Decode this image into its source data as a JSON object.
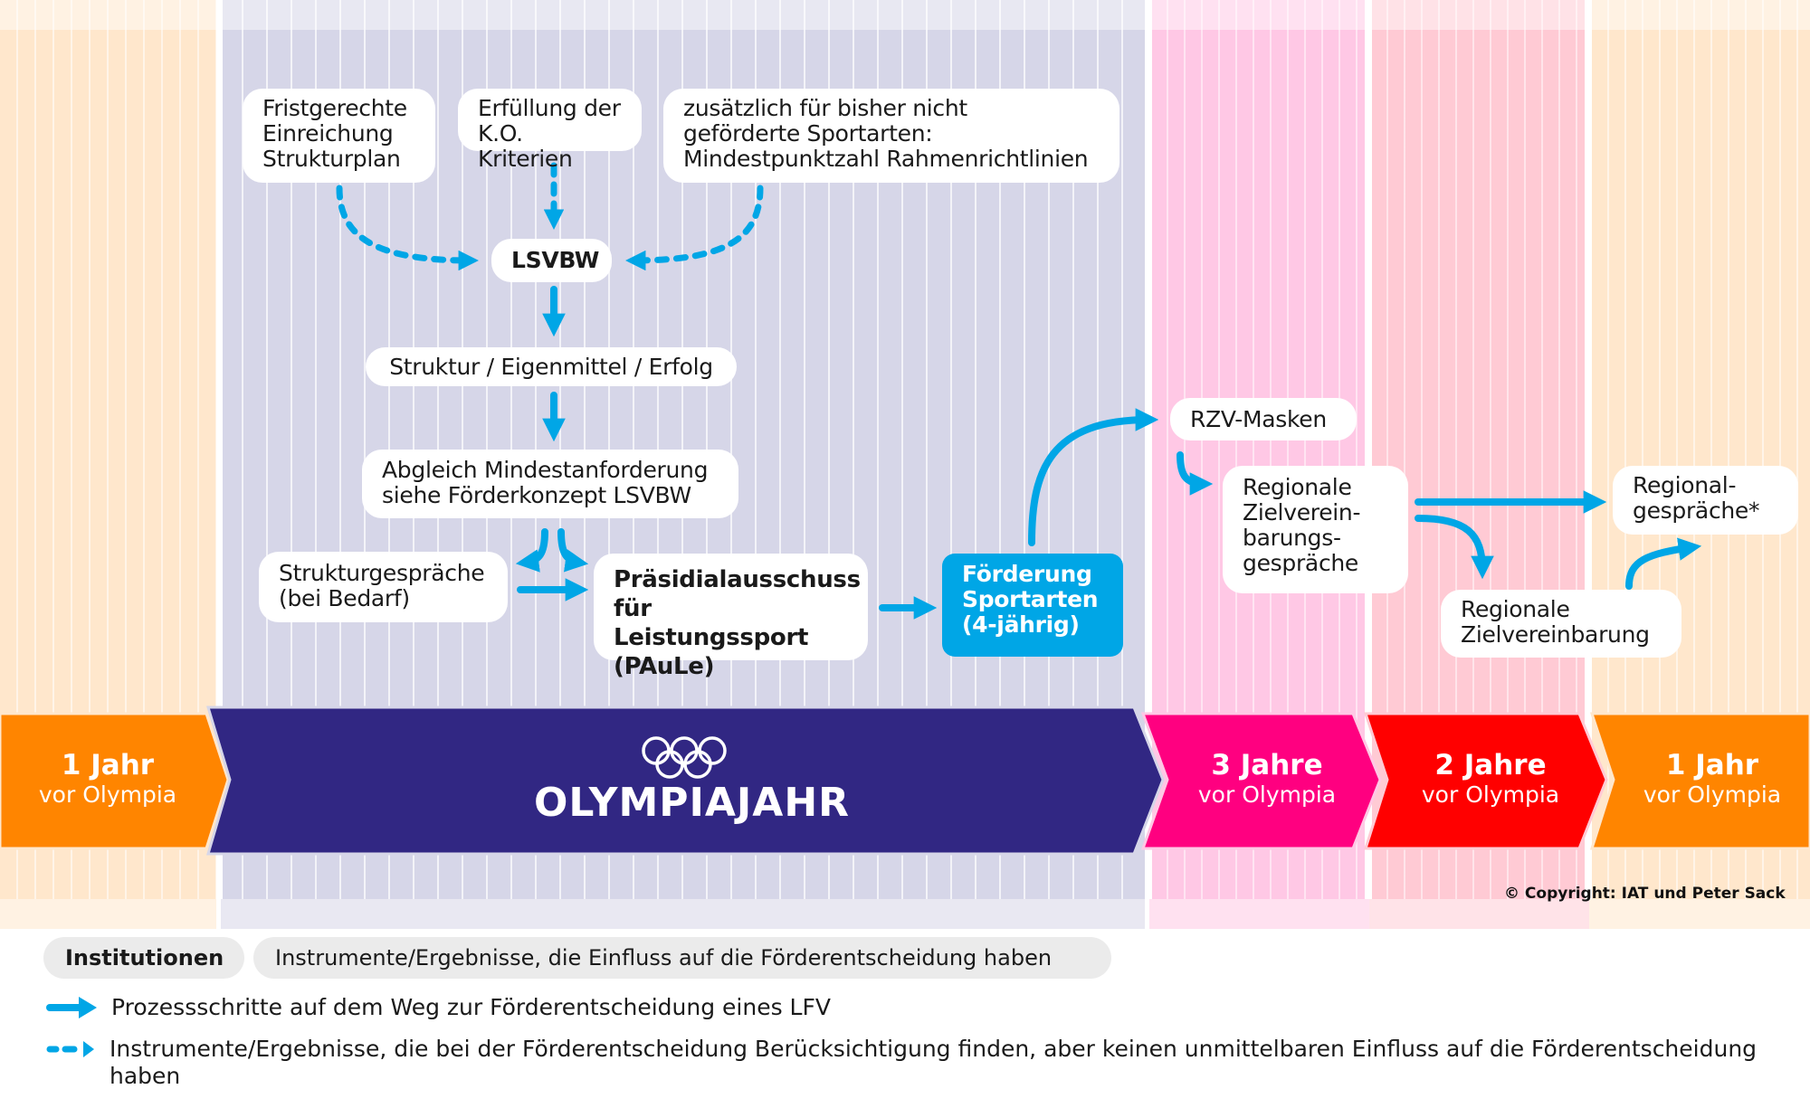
{
  "colors": {
    "accent_blue": "#00a6e6",
    "olympia_purple": "#312783",
    "three_years_pink": "#ff0080",
    "two_years_red": "#ff0000",
    "one_year_orange": "#ff8500",
    "band_purple": "#d6d6e8",
    "band_pink": "#ffc8e5",
    "band_red": "#ffcad4",
    "band_orange": "#ffe7cc"
  },
  "flow": {
    "inputs": [
      {
        "id": "fristgerechte",
        "text": "Fristgerechte\nEinreichung\nStrukturplan"
      },
      {
        "id": "ko-kriterien",
        "text": "Erfüllung der\nK.O. Kriterien"
      },
      {
        "id": "mindestpunktzahl",
        "text": "zusätzlich für bisher nicht\ngeförderte Sportarten:\nMindestpunktzahl Rahmenrichtlinien"
      }
    ],
    "lsvbw": "LSVBW",
    "struktur": "Struktur / Eigenmittel / Erfolg",
    "abgleich": "Abgleich Mindestanforderung\nsiehe Förderkonzept LSVBW",
    "strukturgespraeche": "Strukturgespräche\n(bei Bedarf)",
    "paule": "Präsidialausschuss\nfür Leistungssport\n(PAuLe)",
    "foerderung": "Förderung\nSportarten\n(4-jährig)",
    "rzv_masken": "RZV-Masken",
    "regionale_zvg": "Regionale\nZielverein-\nbarungs-\ngespräche",
    "regionalgespraeche": "Regional-\ngespräche*",
    "regionale_zv": "Regionale\nZielvereinbarung"
  },
  "timeline": [
    {
      "id": "1-jahr-left",
      "big": "1 Jahr",
      "small": "vor Olympia"
    },
    {
      "id": "olympiajahr",
      "big": "OLYMPIAJAHR",
      "icon": "olympic-rings-icon"
    },
    {
      "id": "3-jahre",
      "big": "3 Jahre",
      "small": "vor Olympia"
    },
    {
      "id": "2-jahre",
      "big": "2 Jahre",
      "small": "vor Olympia"
    },
    {
      "id": "1-jahr-right",
      "big": "1 Jahr",
      "small": "vor Olympia"
    }
  ],
  "copyright": "© Copyright: IAT und Peter Sack",
  "legend": {
    "chip_institutionen": "Institutionen",
    "chip_instrumente": "Instrumente/Ergebnisse, die Einfluss auf die Förderentscheidung haben",
    "solid_arrow": {
      "icon": "solid-arrow-icon",
      "text": "Prozessschritte auf dem Weg zur Förderentscheidung eines LFV"
    },
    "dashed_arrow": {
      "icon": "dashed-arrow-icon",
      "text": "Instrumente/Ergebnisse, die bei der Förderentscheidung Berücksichtigung finden, aber keinen unmittelbaren Einfluss auf die Förderentscheidung haben"
    }
  }
}
